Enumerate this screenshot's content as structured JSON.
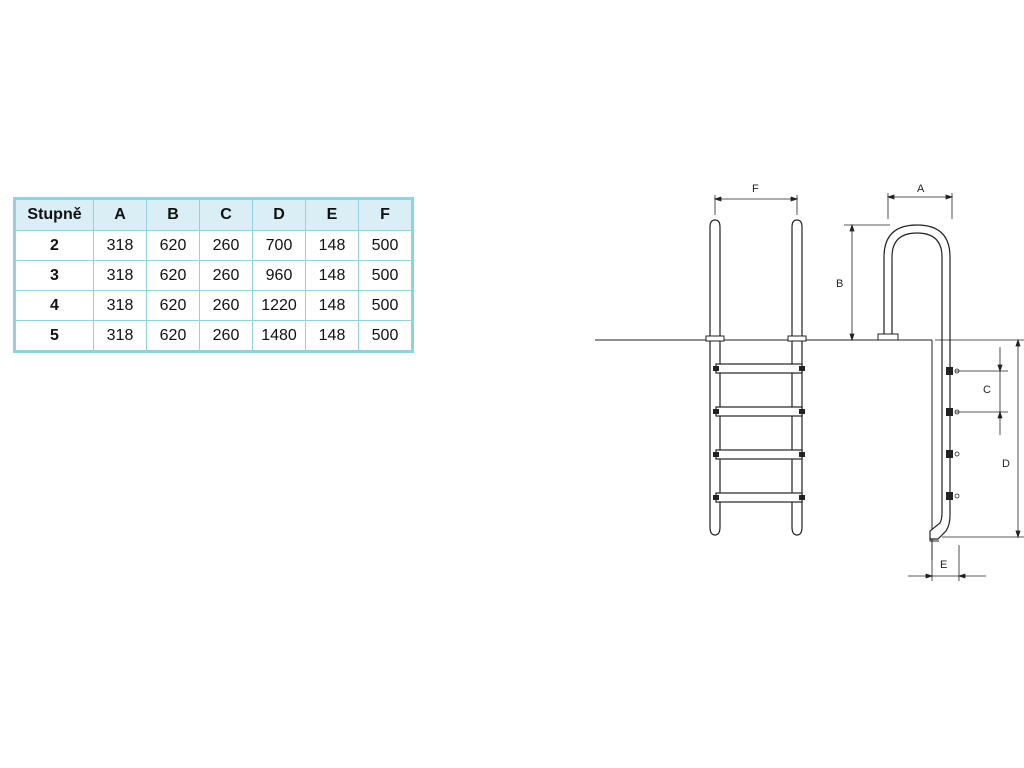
{
  "table": {
    "headers": [
      "Stupně",
      "A",
      "B",
      "C",
      "D",
      "E",
      "F"
    ],
    "rows": [
      [
        "2",
        "318",
        "620",
        "260",
        "700",
        "148",
        "500"
      ],
      [
        "3",
        "318",
        "620",
        "260",
        "960",
        "148",
        "500"
      ],
      [
        "4",
        "318",
        "620",
        "260",
        "1220",
        "148",
        "500"
      ],
      [
        "5",
        "318",
        "620",
        "260",
        "1480",
        "148",
        "500"
      ]
    ]
  },
  "diagram": {
    "labels": {
      "A": "A",
      "B": "B",
      "C": "C",
      "D": "D",
      "E": "E",
      "F": "F"
    }
  },
  "colors": {
    "table_border": "#8fd3e3",
    "header_bg": "#d9eef5",
    "line": "#222222"
  }
}
